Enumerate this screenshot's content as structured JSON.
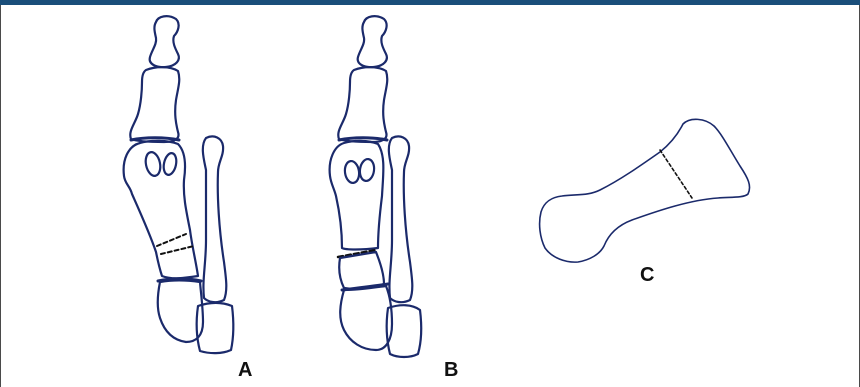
{
  "figure": {
    "panels": [
      {
        "id": "A",
        "label": "A",
        "description_icon": "foot-bones-oblique-osteotomy"
      },
      {
        "id": "B",
        "label": "B",
        "description_icon": "foot-bones-transverse-osteotomy"
      },
      {
        "id": "C",
        "label": "C",
        "description_icon": "metatarsal-lateral-osteotomy"
      }
    ]
  },
  "colors": {
    "header_bar": "#1a4e7a",
    "bone_outline": "#1b2a6b",
    "cut_line": "#111111",
    "label": "#111111",
    "background": "#ffffff"
  }
}
